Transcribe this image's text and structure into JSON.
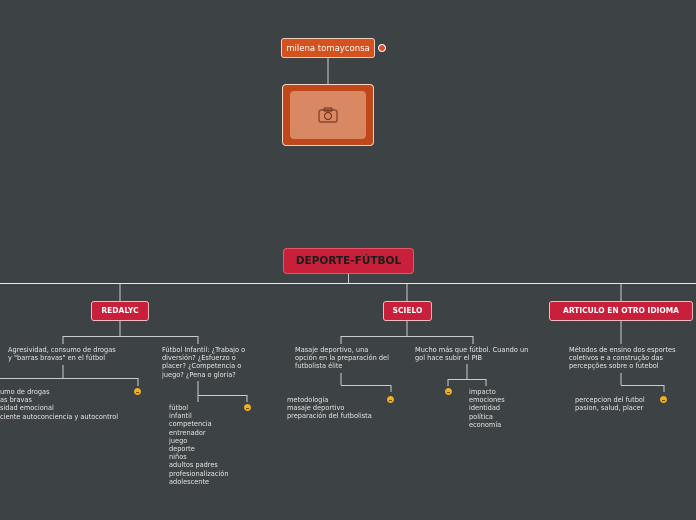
{
  "top": {
    "author": "milena tomayconsa"
  },
  "root": {
    "title": "DEPORTE-FÚTBOL"
  },
  "branches": {
    "redalyc": {
      "label": "REDALYC",
      "topic1": "Agresividad, consumo de drogas\ny \"barras bravas\" en el fútbol",
      "topic1_sub": "umo de drogas\nas bravas\nsidad emocional\nciente autoconciencia y autocontrol",
      "topic2": "Fútbol Infantil: ¿Trabajo o\ndiversión? ¿Esfuerzo o\nplacer? ¿Competencia o\njuego? ¿Pena o gloria?",
      "topic2_sub": "fútbol\ninfantil\ncompetencia\nentrenador\njuego\ndeporte\nniños\nadultos padres\nprofesionalización\nadolescente"
    },
    "scielo": {
      "label": "SCIELO",
      "topic1": "Masaje deportivo, una\nopción en la preparación del\nfutbolista élite",
      "topic1_sub": "metodología\nmasaje deportivo\npreparación del futbolista",
      "topic2": "Mucho más que fútbol. Cuando un\ngol hace subir el PIB",
      "topic2_sub": "impacto\nemociones\nidentidad\npolítica\neconomía"
    },
    "otro": {
      "label": "ARTICULO EN OTRO IDIOMA",
      "topic1": "Métodos de ensino dos esportes\ncoletivos e a construção das\npercepções sobre o futebol",
      "topic1_sub": "percepcion del futbol\npasion, salud, placer"
    }
  }
}
